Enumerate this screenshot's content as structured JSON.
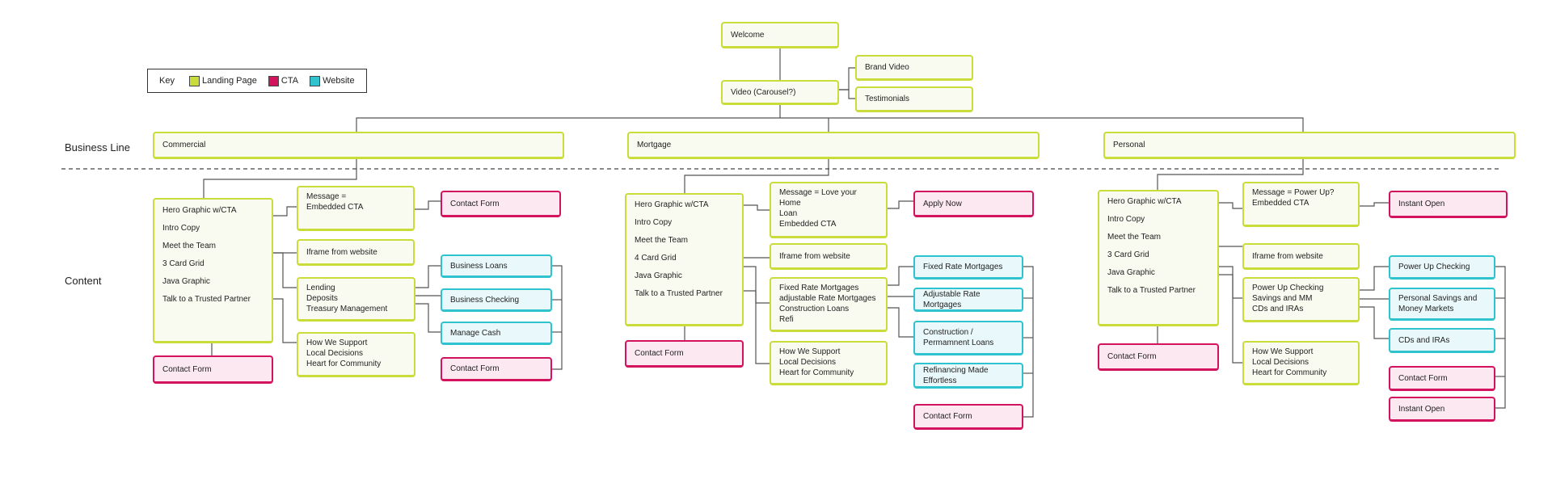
{
  "key": {
    "title": "Key",
    "items": [
      {
        "label": "Landing Page",
        "color": "#c9dc3a"
      },
      {
        "label": "CTA",
        "color": "#d4135f"
      },
      {
        "label": "Website",
        "color": "#2fc3cf"
      }
    ]
  },
  "row_labels": {
    "business_line": "Business Line",
    "content": "Content"
  },
  "top": {
    "welcome": "Welcome",
    "video": "Video (Carousel?)",
    "brand_video": "Brand Video",
    "testimonials": "Testimonials"
  },
  "business_lines": [
    {
      "name": "Commercial",
      "hero": [
        "Hero Graphic w/CTA",
        "Intro Copy",
        "Meet the Team",
        "3 Card Grid",
        "Java Graphic",
        "Talk to a Trusted Partner"
      ],
      "hero_cta": "Contact Form",
      "message": [
        "Message =",
        "Embedded CTA"
      ],
      "message_cta": "Contact Form",
      "iframe": "Iframe from website",
      "products": [
        "Lending",
        "Deposits",
        "Treasury Management"
      ],
      "product_pages": [
        "Business Loans",
        "Business Checking",
        "Manage Cash"
      ],
      "product_cta": [
        "Contact Form"
      ],
      "support": [
        "How We Support",
        "Local Decisions",
        "Heart for Community"
      ]
    },
    {
      "name": "Mortgage",
      "hero": [
        "Hero Graphic w/CTA",
        "Intro Copy",
        "Meet the Team",
        "4 Card Grid",
        "Java Graphic",
        "Talk to a Trusted Partner"
      ],
      "hero_cta": "Contact Form",
      "message": [
        "Message = Love your Home",
        "Loan",
        "Embedded CTA"
      ],
      "message_cta": "Apply Now",
      "iframe": "Iframe from website",
      "products": [
        "Fixed Rate Mortgages",
        "adjustable Rate Mortgages",
        "Construction Loans",
        "Refi"
      ],
      "product_pages": [
        "Fixed Rate Mortgages",
        "Adjustable Rate Mortgages",
        "Construction / Permamnent Loans",
        "Refinancing Made Effortless"
      ],
      "product_cta": [
        "Contact Form"
      ],
      "support": [
        "How We Support",
        "Local Decisions",
        "Heart for Community"
      ]
    },
    {
      "name": "Personal",
      "hero": [
        "Hero Graphic w/CTA",
        "Intro Copy",
        "Meet the Team",
        "3 Card Grid",
        "Java Graphic",
        "Talk to a Trusted Partner"
      ],
      "hero_cta": "Contact Form",
      "message": [
        "Message = Power Up?",
        "Embedded CTA"
      ],
      "message_cta": "Instant Open",
      "iframe": "Iframe from website",
      "products": [
        "Power Up Checking",
        "Savings and MM",
        "CDs and IRAs"
      ],
      "product_pages": [
        "Power Up Checking",
        "Personal Savings and Money Markets",
        "CDs and IRAs"
      ],
      "product_cta": [
        "Contact Form",
        "Instant Open"
      ],
      "support": [
        "How We Support",
        "Local Decisions",
        "Heart for Community"
      ]
    }
  ]
}
